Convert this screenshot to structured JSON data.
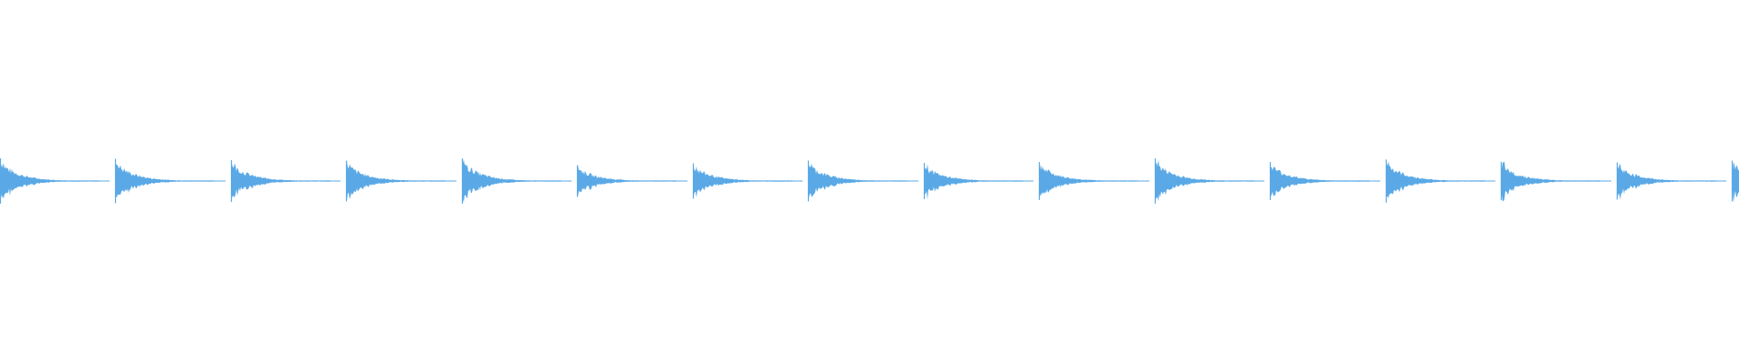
{
  "waveform": {
    "color": "#5aa9e6",
    "background": "#ffffff",
    "hit_count": 16,
    "hit_times": [
      0.0,
      0.0664,
      0.1328,
      0.1992,
      0.2656,
      0.332,
      0.3984,
      0.4648,
      0.5312,
      0.5976,
      0.664,
      0.7304,
      0.7968,
      0.8632,
      0.9296,
      0.996
    ],
    "hit_peaks": [
      1.0,
      0.98,
      0.92,
      0.9,
      1.0,
      0.7,
      0.78,
      0.9,
      0.8,
      0.84,
      1.0,
      0.84,
      0.95,
      0.85,
      0.82,
      0.9
    ]
  }
}
